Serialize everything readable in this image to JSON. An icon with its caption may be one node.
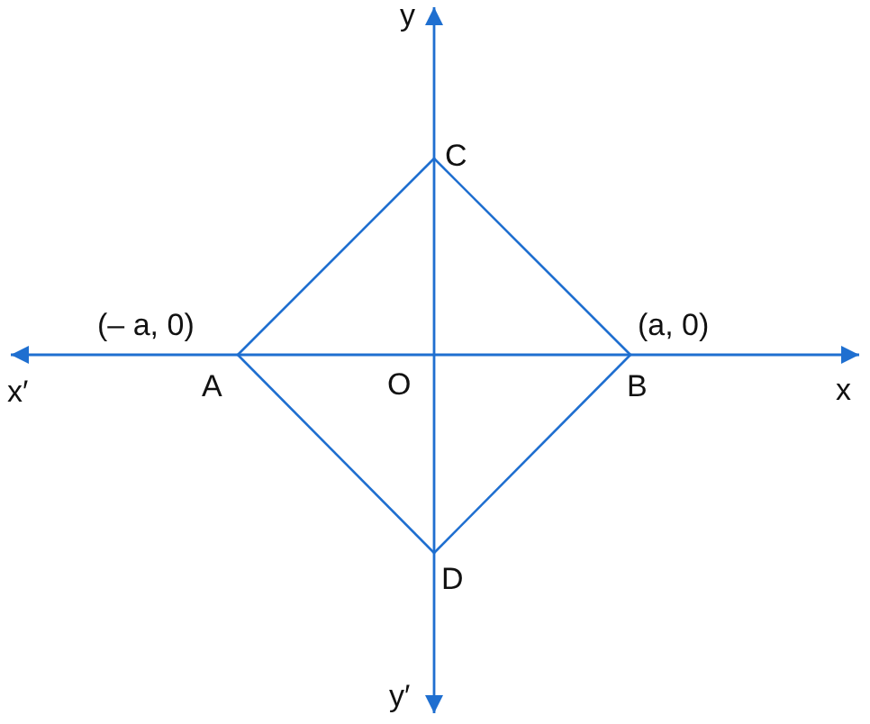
{
  "diagram": {
    "nodes": [
      {
        "text": [
          "C"
        ]
      },
      {
        "text": [
          "A"
        ],
        "beside": [
          "(– a, 0)"
        ]
      },
      {
        "text": [
          "B"
        ],
        "beside": [
          "(a, 0)"
        ]
      },
      {
        "text": [
          "D"
        ]
      }
    ],
    "edges": [
      {
        "from": 1,
        "to": 0,
        "arrow": "none"
      },
      {
        "from": 0,
        "to": 2,
        "arrow": "none"
      },
      {
        "from": 2,
        "to": 3,
        "arrow": "none"
      },
      {
        "from": 3,
        "to": 1,
        "arrow": "none"
      }
    ],
    "labels": [
      "y",
      "x′",
      "O",
      "x",
      "y′"
    ]
  }
}
